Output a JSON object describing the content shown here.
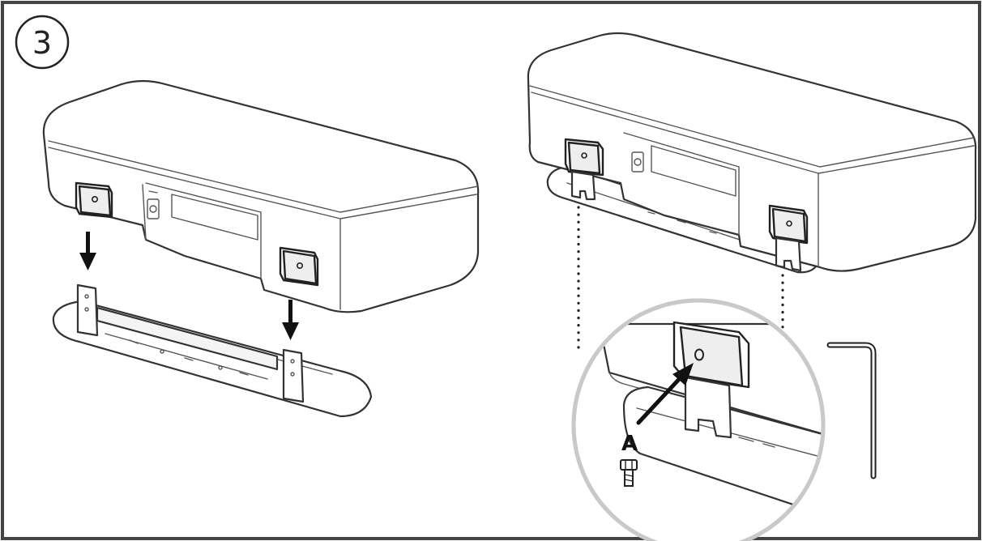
{
  "step": {
    "number": "3"
  },
  "callout": {
    "label": "A"
  },
  "colors": {
    "line": "#333333",
    "frame": "#444444",
    "magnifier_ring": "#c9c9c9",
    "background": "#ffffff"
  },
  "icons": [
    "step-number-circle",
    "downward-arrow-icon",
    "pointer-arrow-icon",
    "screw-icon",
    "hex-key-icon"
  ]
}
